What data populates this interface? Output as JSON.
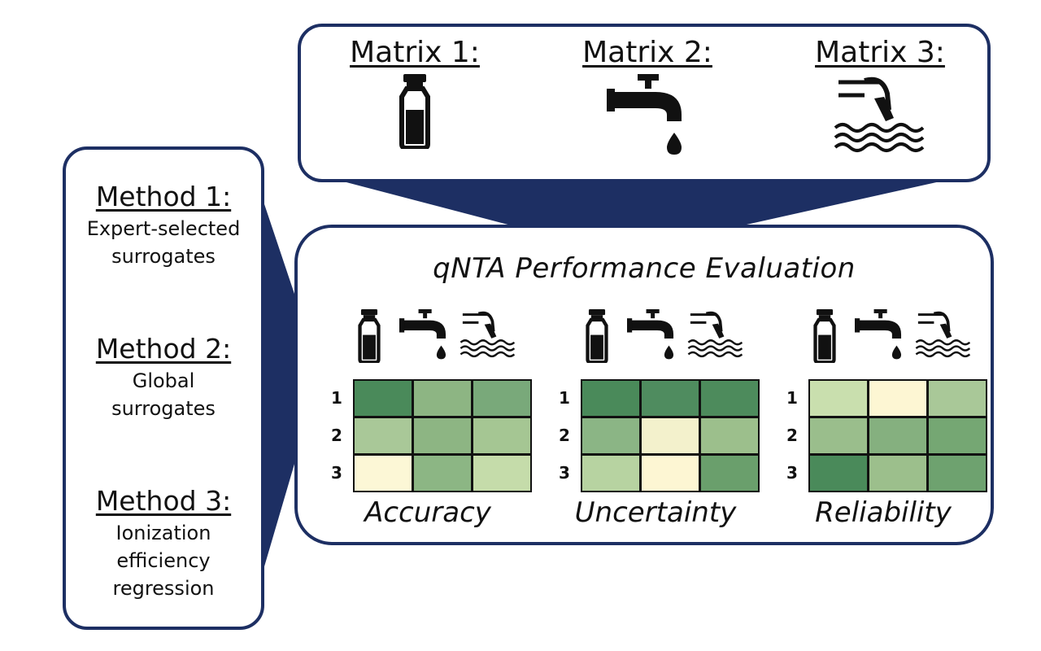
{
  "matrices": [
    {
      "label": "Matrix 1:",
      "icon": "vial-icon"
    },
    {
      "label": "Matrix 2:",
      "icon": "faucet-icon"
    },
    {
      "label": "Matrix 3:",
      "icon": "wastewater-icon"
    }
  ],
  "methods": [
    {
      "label": "Method 1:",
      "desc_lines": [
        "Expert-selected",
        "surrogates"
      ]
    },
    {
      "label": "Method 2:",
      "desc_lines": [
        "Global",
        "surrogates"
      ]
    },
    {
      "label": "Method 3:",
      "desc_lines": [
        "Ionization",
        "efficiency",
        "regression"
      ]
    }
  ],
  "evaluation": {
    "title": "qNTA Performance Evaluation",
    "row_labels": [
      "1",
      "2",
      "3"
    ],
    "panels": [
      {
        "metric": "Accuracy",
        "colors": [
          [
            "#4a8a5a",
            "#8db583",
            "#79a97a"
          ],
          [
            "#a9c898",
            "#8db583",
            "#a5c693"
          ],
          [
            "#fcf7d6",
            "#8cb684",
            "#c5dcaa"
          ]
        ]
      },
      {
        "metric": "Uncertainty",
        "colors": [
          [
            "#4a8a5a",
            "#4f8c5f",
            "#4d8b5c"
          ],
          [
            "#8bb585",
            "#f3f1cc",
            "#9cbf8c"
          ],
          [
            "#b7d3a1",
            "#fdf6d3",
            "#6a9f6c"
          ]
        ]
      },
      {
        "metric": "Reliability",
        "colors": [
          [
            "#c9dfae",
            "#fdf6d3",
            "#a9c898"
          ],
          [
            "#9abe8c",
            "#85b07f",
            "#75a773"
          ],
          [
            "#4a8a5a",
            "#9cbf8c",
            "#6ea26f"
          ]
        ]
      }
    ]
  },
  "colors": {
    "border": "#1d2f63",
    "connector": "#1d2f63"
  }
}
